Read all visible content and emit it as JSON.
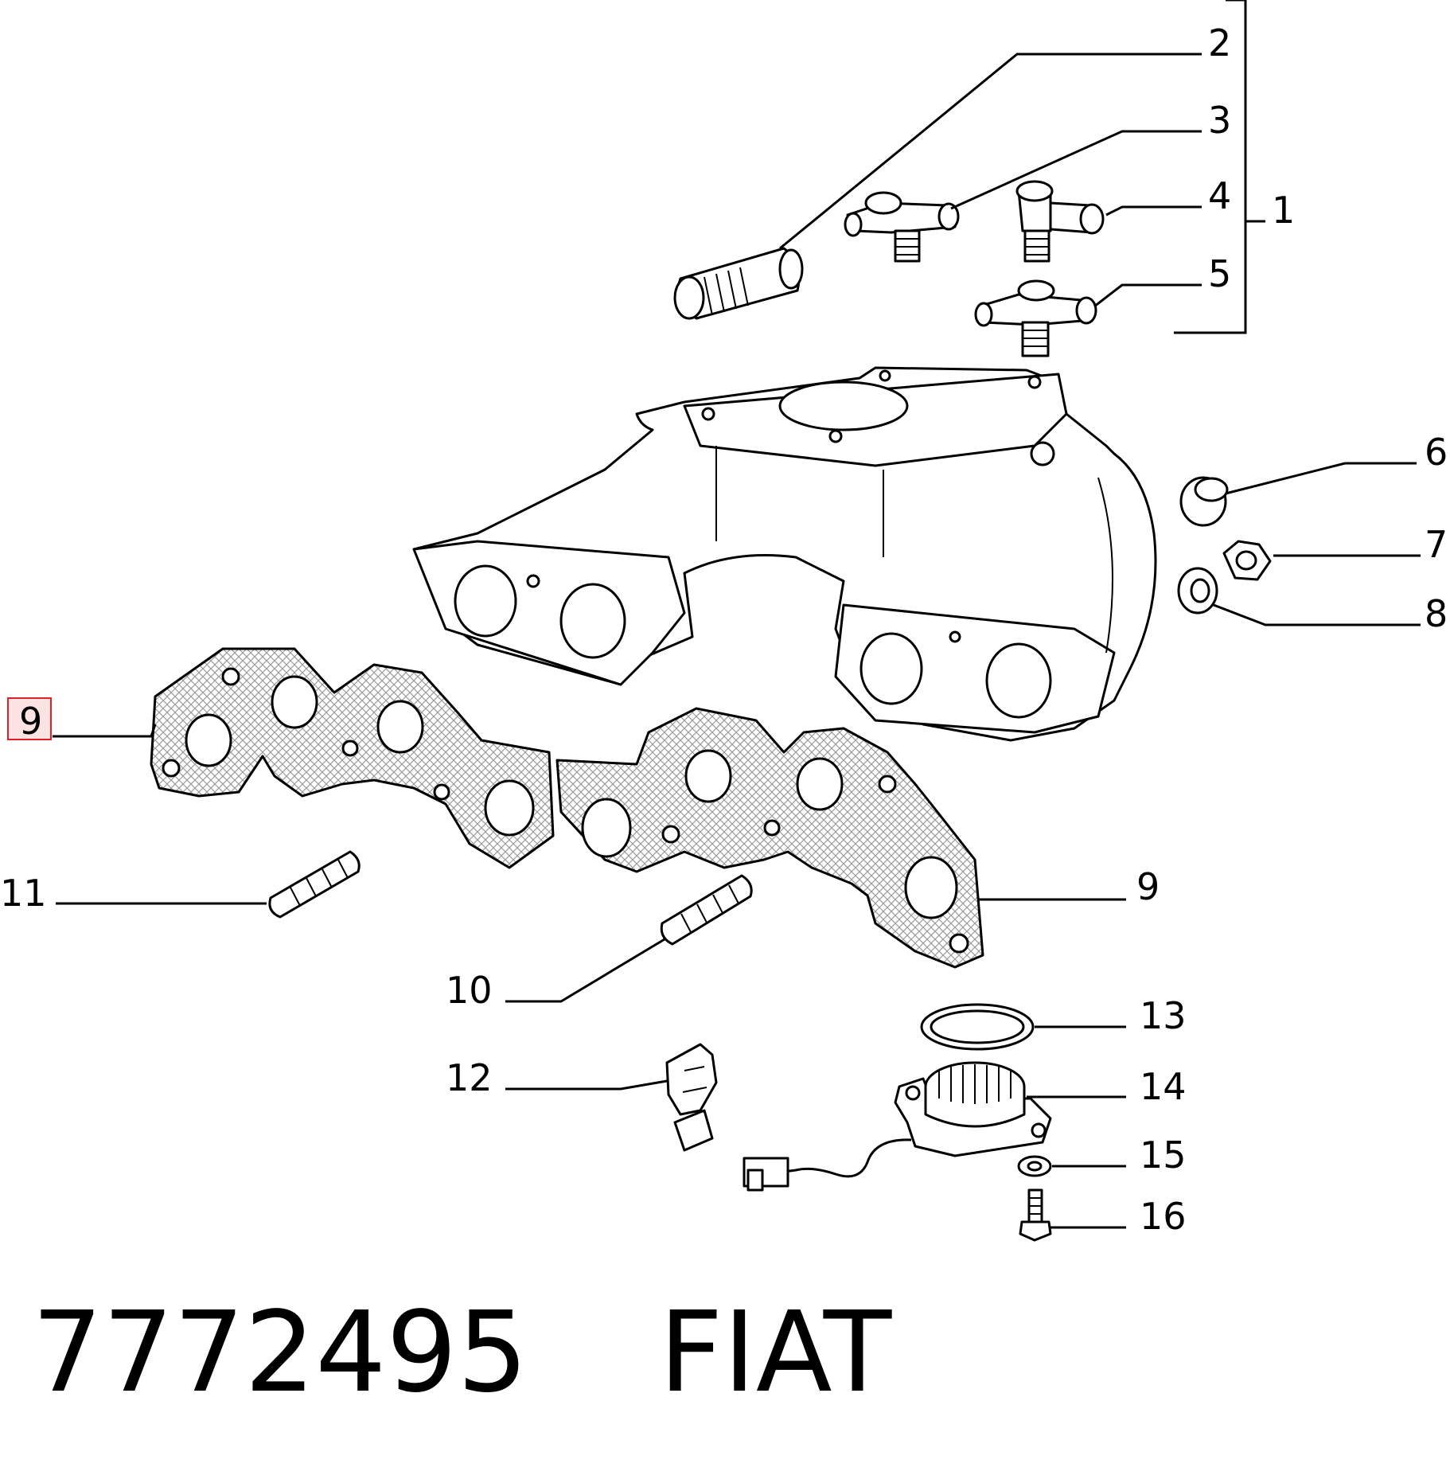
{
  "callouts": {
    "c1": "1",
    "c2": "2",
    "c3": "3",
    "c4": "4",
    "c5": "5",
    "c6": "6",
    "c7": "7",
    "c8": "8",
    "c9_left": "9",
    "c9_right": "9",
    "c10": "10",
    "c11": "11",
    "c12": "12",
    "c13": "13",
    "c14": "14",
    "c15": "15",
    "c16": "16"
  },
  "highlight": {
    "callout": "9",
    "color": "#e0202a",
    "fill": "#fbe3e4"
  },
  "footer": {
    "part_number": "7772495",
    "brand": "FIAT"
  },
  "colors": {
    "line": "#000000",
    "background": "#ffffff",
    "gasket_hatch": "#9a9a9a"
  }
}
